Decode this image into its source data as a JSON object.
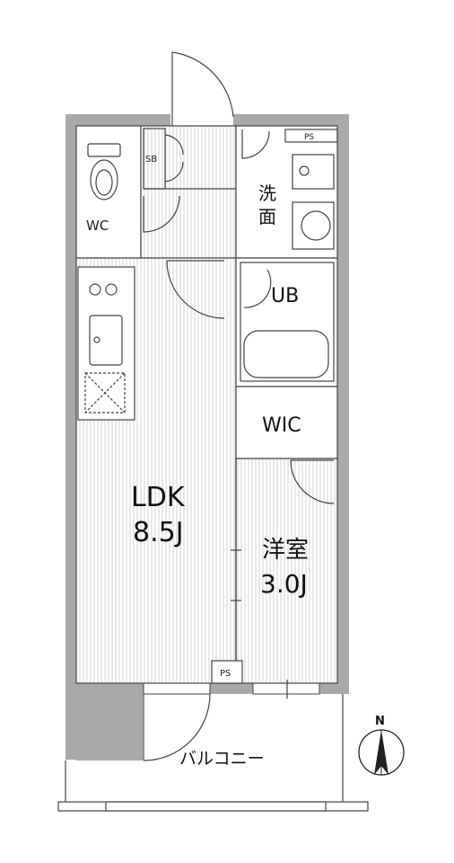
{
  "rooms": {
    "wc": "WC",
    "sb": "SB",
    "ps_top": "PS",
    "washroom_line1": "洗",
    "washroom_line2": "面",
    "ub": "UB",
    "wic": "WIC",
    "ldk_name": "LDK",
    "ldk_size": "8.5J",
    "bedroom_name": "洋室",
    "bedroom_size": "3.0J",
    "ps_bottom": "PS",
    "balcony": "バルコニー"
  },
  "compass": {
    "north": "N"
  },
  "colors": {
    "wall": "#a9a9a9",
    "line": "#333333",
    "hatch": "#cccccc"
  }
}
